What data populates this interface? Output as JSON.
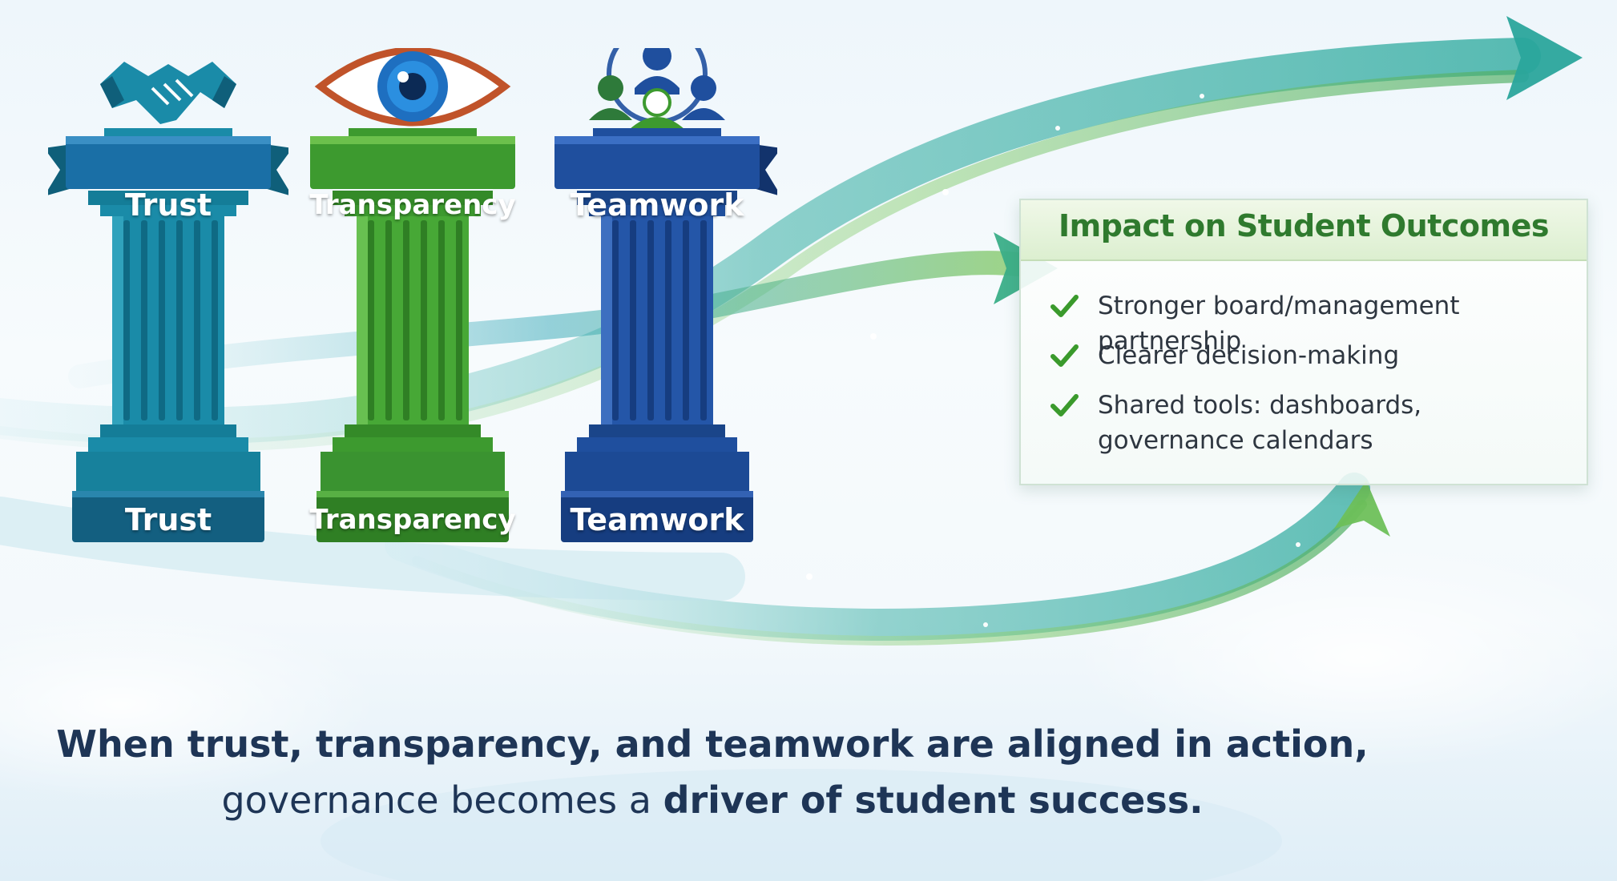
{
  "pillars": [
    {
      "label_top": "Trust",
      "label_bottom": "Trust",
      "icon": "handshake-icon",
      "color": "#1a8ba8",
      "dark": "#0f5f7a",
      "light": "#3fb2c9"
    },
    {
      "label_top": "Transparency",
      "label_bottom": "Transparency",
      "icon": "eye-icon",
      "color": "#3d9a2f",
      "dark": "#256b1c",
      "light": "#68bf4a"
    },
    {
      "label_top": "Teamwork",
      "label_bottom": "Teamwork",
      "icon": "team-icon",
      "color": "#1f4f9e",
      "dark": "#12336c",
      "light": "#3b6fc4"
    }
  ],
  "impact": {
    "title": "Impact on Student Outcomes",
    "items": [
      "Stronger board/management partnership",
      "Clearer decision-making",
      "Shared tools: dashboards, governance calendars"
    ]
  },
  "footer": {
    "line1": "When trust, transparency, and teamwork are aligned in action,",
    "line2_start": "governance becomes a ",
    "line2_emphasis": "driver of student success."
  },
  "colors": {
    "arrow_teal": "#25a7a0",
    "arrow_green": "#5bb84a",
    "check_green": "#3a9a2c",
    "footer_text": "#1e3556"
  }
}
